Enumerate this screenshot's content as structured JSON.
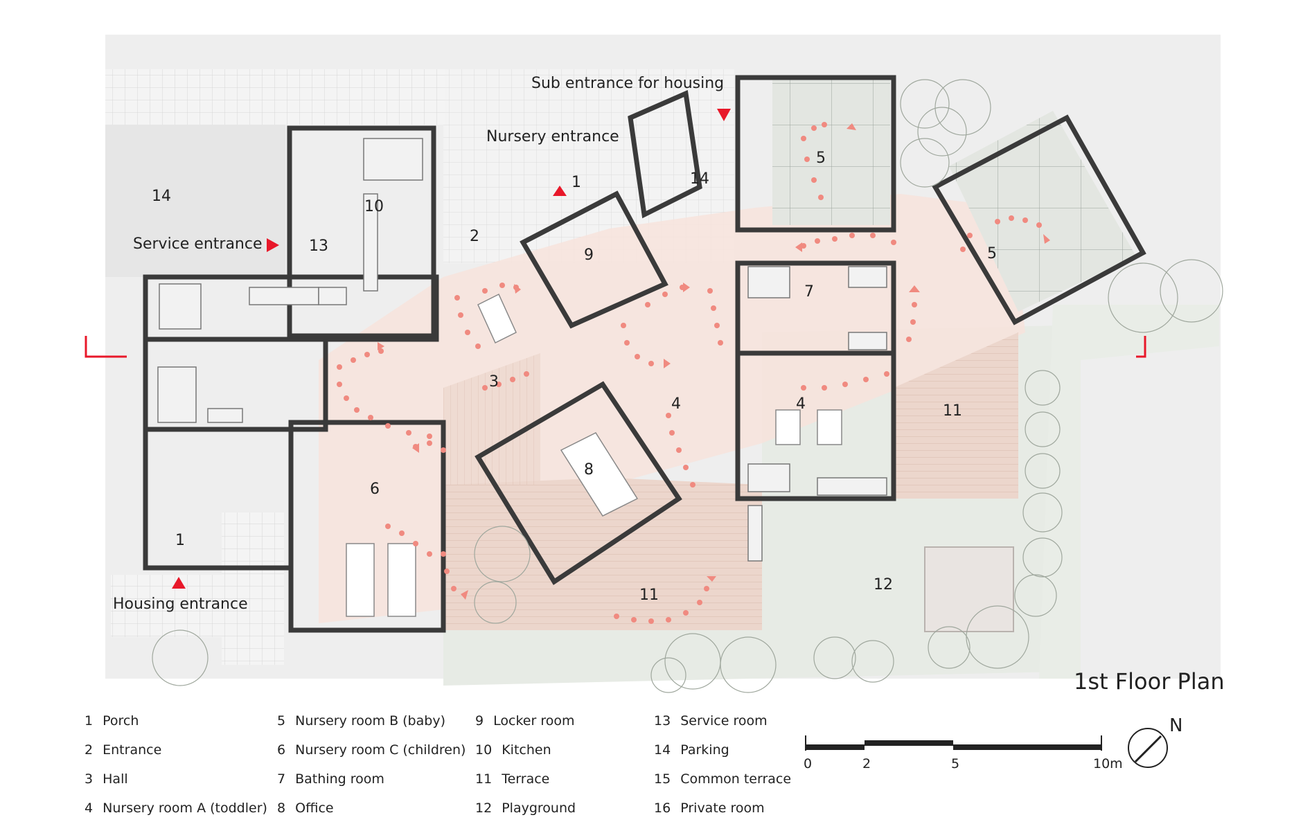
{
  "title": "1st Floor Plan",
  "entrances": {
    "sub_entrance_housing": "Sub entrance for housing",
    "nursery_entrance": "Nursery entrance",
    "service_entrance": "Service entrance",
    "housing_entrance": "Housing entrance"
  },
  "room_numbers": {
    "parking_left": "14",
    "kitchen": "10",
    "service_room": "13",
    "entrance": "2",
    "porch_nursery": "1",
    "locker": "9",
    "parking_top": "14",
    "nursery_b_top": "5",
    "nursery_b_right": "5",
    "bathing": "7",
    "hall": "3",
    "nursery_a_mid": "4",
    "nursery_a_right": "4",
    "terrace_right": "11",
    "office": "8",
    "nursery_c": "6",
    "porch_housing": "1",
    "terrace_bottom": "11",
    "playground": "12"
  },
  "legend": [
    {
      "num": "1",
      "label": "Porch"
    },
    {
      "num": "2",
      "label": "Entrance"
    },
    {
      "num": "3",
      "label": "Hall"
    },
    {
      "num": "4",
      "label": "Nursery room A (toddler)"
    },
    {
      "num": "5",
      "label": "Nursery room B (baby)"
    },
    {
      "num": "6",
      "label": "Nursery room C (children)"
    },
    {
      "num": "7",
      "label": "Bathing room"
    },
    {
      "num": "8",
      "label": "Office"
    },
    {
      "num": "9",
      "label": "Locker room"
    },
    {
      "num": "10",
      "label": "Kitchen"
    },
    {
      "num": "11",
      "label": "Terrace"
    },
    {
      "num": "12",
      "label": "Playground"
    },
    {
      "num": "13",
      "label": "Service room"
    },
    {
      "num": "14",
      "label": "Parking"
    },
    {
      "num": "15",
      "label": "Common terrace"
    },
    {
      "num": "16",
      "label": "Private room"
    }
  ],
  "scale": {
    "ticks": [
      "0",
      "2",
      "5",
      "10m"
    ]
  },
  "north": "N",
  "colors": {
    "accent_red": "#e8182a",
    "path_dots": "#f08a80",
    "wall": "#3a3a3a",
    "flow_fill": "#f7ddd6",
    "terrace": "#efd9d0",
    "garden": "#e8ece6"
  }
}
